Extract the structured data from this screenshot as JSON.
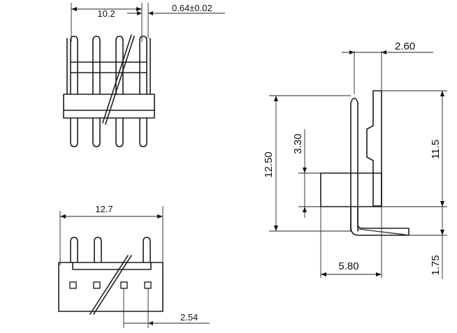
{
  "dimensions": {
    "pitch_top": "10.2",
    "pin_width": "0.64±0.02",
    "width_bottom": "12.7",
    "pin_pitch": "2.54",
    "overhang": "2.60",
    "height_total": "12.50",
    "height_pin": "3.30",
    "height_body": "11.5",
    "body_depth": "5.80",
    "tail_length": "1.75"
  }
}
